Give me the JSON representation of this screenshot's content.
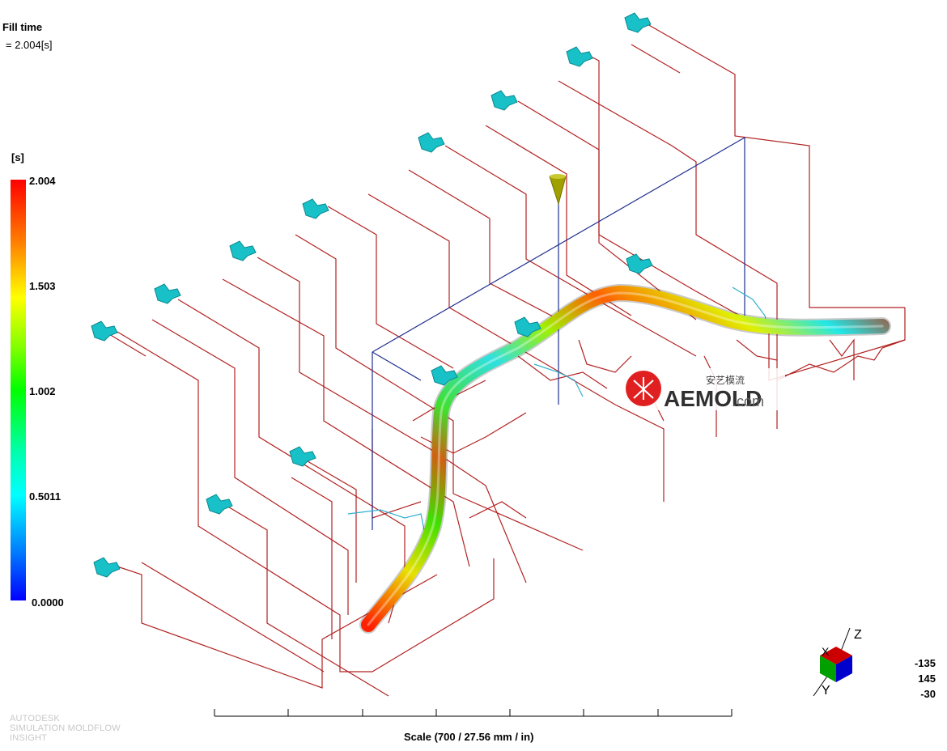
{
  "result": {
    "title": "Fill time",
    "value": "= 2.004[s]"
  },
  "legend": {
    "unit": "[s]",
    "ticks": [
      "2.004",
      "1.503",
      "1.002",
      "0.5011",
      "0.0000"
    ],
    "colors": {
      "max": "#ff0000",
      "mid": "#00ff00",
      "min": "#0000ff"
    }
  },
  "scale": {
    "label": "Scale (700 / 27.56 mm / in)",
    "divisions": 7
  },
  "view_angles": [
    "-135",
    "145",
    "-30"
  ],
  "triad": {
    "axis_z": "Z",
    "axis_y": "Y",
    "axis_x": "X"
  },
  "branding": {
    "line1": "AUTODESK",
    "line2": "SIMULATION MOLDFLOW",
    "line3": "INSIGHT"
  },
  "watermark": {
    "brand": "AEMOLD",
    "suffix": ".com",
    "cn": "安艺模流"
  },
  "colors": {
    "cooling": "#b22222",
    "runner": "#1f2f8f",
    "nozzle": "#18c0c8"
  }
}
